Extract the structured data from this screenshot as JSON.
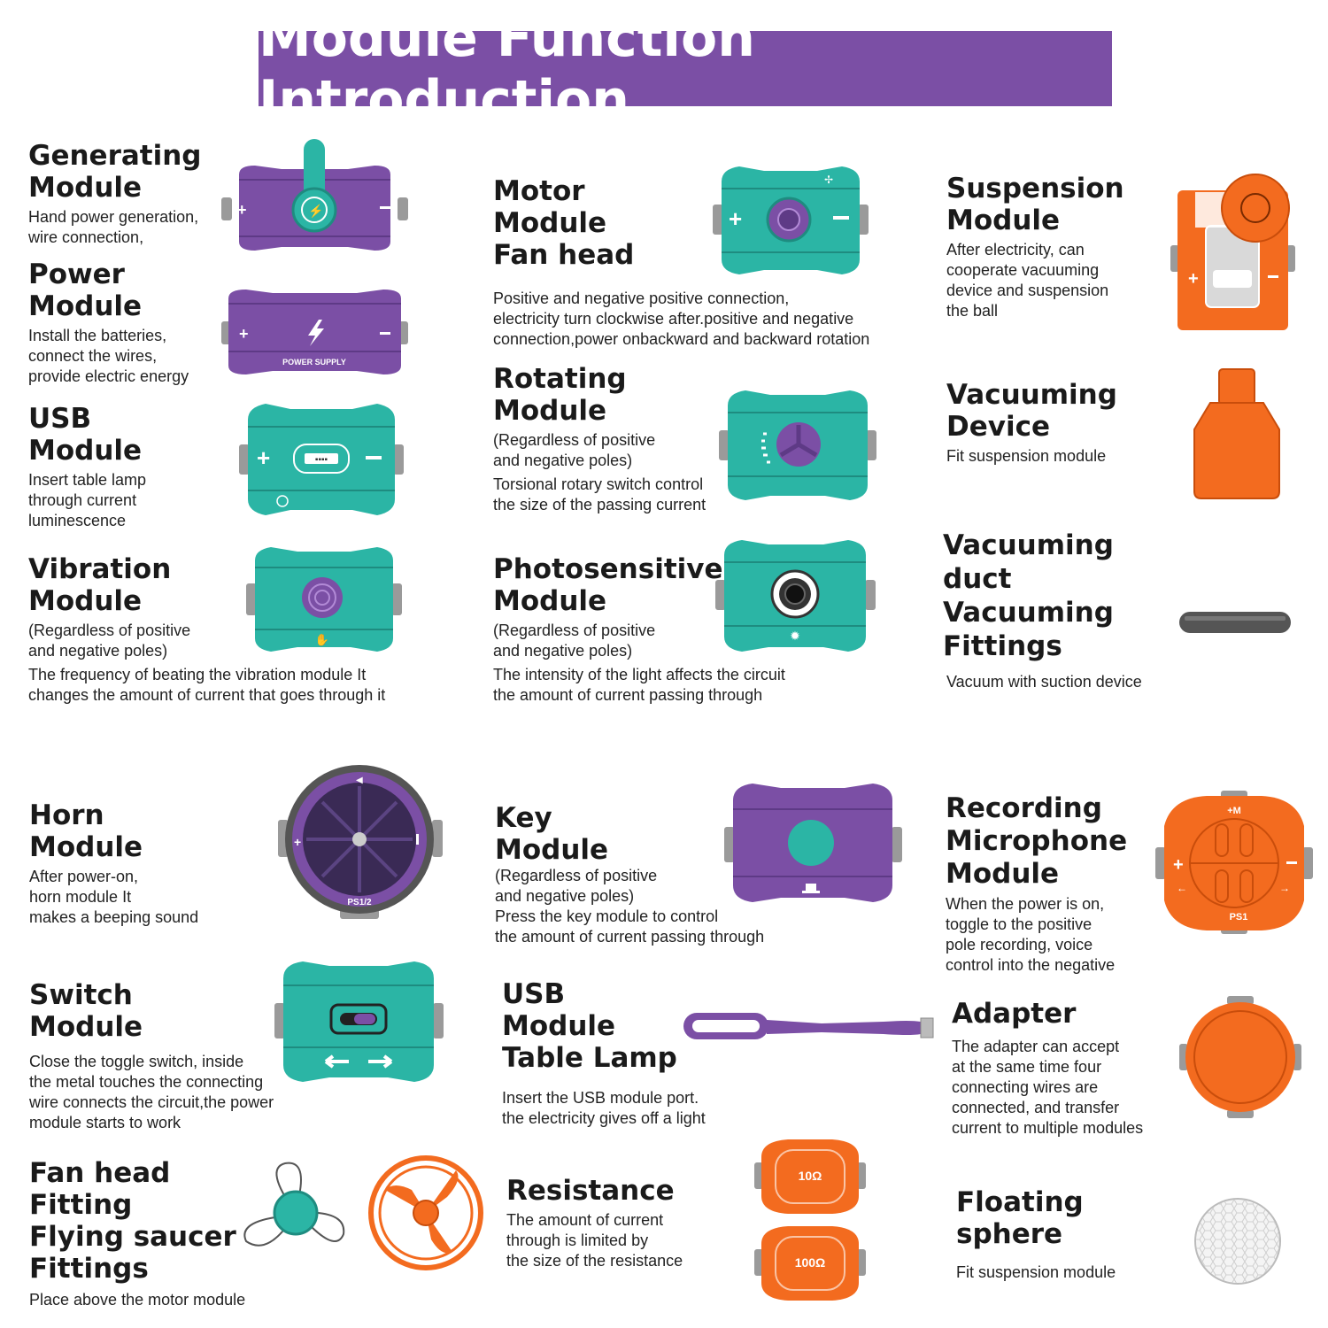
{
  "banner": "Module Function Introduction",
  "colors": {
    "purple": "#7b4fa5",
    "teal": "#2bb5a5",
    "orange": "#f36b1f",
    "gray": "#9a9a9a"
  },
  "modules": {
    "generating": {
      "title": [
        "Generating",
        "Module"
      ],
      "desc": "Hand power generation,\nwire connection,"
    },
    "power": {
      "title": [
        "Power",
        "Module"
      ],
      "desc": "Install the batteries,\nconnect the wires,\nprovide electric energy",
      "label": "POWER  SUPPLY"
    },
    "usb": {
      "title": [
        "USB",
        "Module"
      ],
      "desc": "Insert table lamp\nthrough current\nluminescence"
    },
    "vibration": {
      "title": [
        "Vibration",
        "Module"
      ],
      "desc": "(Regardless of positive\n and negative poles)",
      "desc2": "The frequency of beating the vibration module It\nchanges the amount of current that goes through it"
    },
    "motor": {
      "title": [
        "Motor",
        "Module",
        "Fan head"
      ],
      "desc": "Positive and negative positive connection,\nelectricity turn clockwise after.positive and negative\nconnection,power onbackward and backward rotation"
    },
    "rotating": {
      "title": [
        "Rotating",
        "Module"
      ],
      "desc": "(Regardless of positive\n and negative poles)",
      "desc2": "Torsional rotary switch control\nthe size of the passing current"
    },
    "photosensitive": {
      "title": [
        "Photosensitive",
        "Module"
      ],
      "desc": "(Regardless of positive\n and negative poles)",
      "desc2": "The intensity of the light affects the circuit\nthe amount of current passing through"
    },
    "suspension": {
      "title": [
        "Suspension",
        "Module"
      ],
      "desc": "After electricity, can\ncooperate vacuuming\ndevice and suspension\nthe ball"
    },
    "vacuuming_device": {
      "title": [
        "Vacuuming",
        "Device"
      ],
      "desc": "Fit suspension module"
    },
    "vacuuming_duct": {
      "title": [
        "Vacuuming",
        "duct",
        "Vacuuming",
        "Fittings"
      ],
      "desc": "Vacuum with suction device"
    },
    "horn": {
      "title": [
        "Horn",
        "Module"
      ],
      "desc": "After power-on,\nhorn module It\nmakes a beeping sound",
      "label": "PS1/2"
    },
    "switch": {
      "title": [
        "Switch",
        "Module"
      ],
      "desc": "Close the toggle switch, inside\nthe metal touches the connecting\nwire  connects the circuit,the power\n module starts to work"
    },
    "fan_head": {
      "title": [
        "Fan head",
        "Fitting",
        "Flying saucer",
        "Fittings"
      ],
      "desc": "Place above the motor module"
    },
    "key": {
      "title": [
        "Key",
        "Module"
      ],
      "desc": "(Regardless of positive\n and negative poles)",
      "desc2": "Press the key module to control\nthe amount of current passing through"
    },
    "usb_lamp": {
      "title": [
        "USB",
        "Module",
        "Table Lamp"
      ],
      "desc": "Insert the USB module port.\nthe electricity gives off a light"
    },
    "resistance": {
      "title": [
        "Resistance"
      ],
      "desc": "The amount of current\nthrough is limited by\nthe size of the resistance",
      "label_a": "10Ω",
      "label_b": "100Ω"
    },
    "recording": {
      "title": [
        "Recording",
        "Microphone",
        "Module"
      ],
      "desc": "When the power is on,\ntoggle to the positive\npole recording, voice\ncontrol into the negative",
      "label": "PS1",
      "label_top": "+M"
    },
    "adapter": {
      "title": [
        "Adapter"
      ],
      "desc": "The adapter can accept\nat the same time four\nconnecting wires are\nconnected, and transfer\ncurrent to multiple modules"
    },
    "floating": {
      "title": [
        "Floating",
        "sphere"
      ],
      "desc": "Fit suspension module"
    }
  }
}
